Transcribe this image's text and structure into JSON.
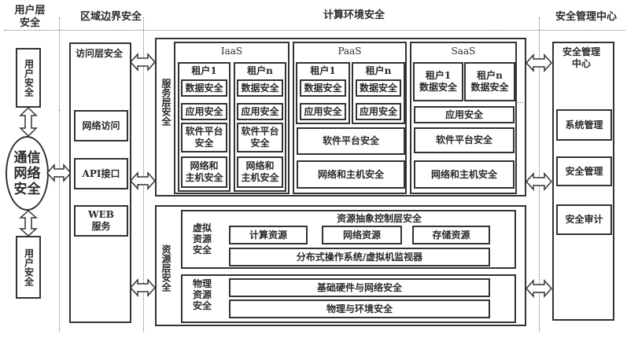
{
  "headers": {
    "user_layer": "用户层\n安全",
    "boundary": "区域边界安全",
    "compute_env": "计算环境安全",
    "mgmt_center": "安全管理中心"
  },
  "user_column": {
    "top_user": "用户安全",
    "comm": "通信网络安全",
    "bottom_user": "用户安全"
  },
  "access_layer": {
    "title": "访问层安全",
    "items": [
      "网络访问",
      "API接口",
      "WEB\n服务"
    ]
  },
  "service_layer": {
    "title": "服务层安全",
    "iaas": {
      "title": "IaaS",
      "tenants": [
        {
          "name": "租户1",
          "items": [
            "数据安全",
            "应用安全",
            "软件平台\n安全",
            "网络和\n主机安全"
          ]
        },
        {
          "name": "租户n",
          "items": [
            "数据安全",
            "应用安全",
            "软件平台\n安全",
            "网络和\n主机安全"
          ]
        }
      ]
    },
    "paas": {
      "title": "PaaS",
      "tenants": [
        {
          "name": "租户1",
          "items": [
            "数据安全",
            "应用安全"
          ]
        },
        {
          "name": "租户n",
          "items": [
            "数据安全",
            "应用安全"
          ]
        }
      ],
      "shared": [
        "软件平台安全",
        "网络和主机安全"
      ]
    },
    "saas": {
      "title": "SaaS",
      "tenants": [
        "租户1\n数据安全",
        "租户n\n数据安全"
      ],
      "shared": [
        "应用安全",
        "软件平台安全",
        "网络和主机安全"
      ]
    },
    "ellipsis": "..."
  },
  "resource_layer": {
    "title": "资源层安全",
    "virtual": {
      "title": "虚拟\n资源\n安全",
      "heading": "资源抽象控制层安全",
      "resources": [
        "计算资源",
        "网络资源",
        "存储资源"
      ],
      "os": "分布式操作系统/虚拟机监视器"
    },
    "physical": {
      "title": "物理\n资源\n安全",
      "items": [
        "基础硬件与网络安全",
        "物理与环境安全"
      ]
    }
  },
  "mgmt": {
    "title": "安全管理\n中心",
    "items": [
      "系统管理",
      "安全管理",
      "安全审计"
    ]
  }
}
